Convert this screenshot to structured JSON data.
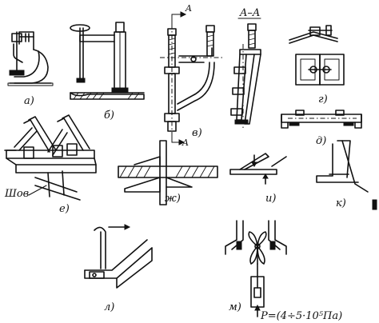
{
  "diagram": {
    "section_label": "A–A",
    "marker_top": "A",
    "marker_bottom": "A",
    "seam_label": "Шов",
    "pressure_formula": "P=(4÷5·10⁵Па)",
    "figure_labels": {
      "a": "а)",
      "b": "б)",
      "v": "в)",
      "g": "г)",
      "d": "д)",
      "e": "е)",
      "zh": "ж)",
      "i": "и)",
      "k": "к)",
      "l": "л)",
      "m": "м)"
    }
  }
}
